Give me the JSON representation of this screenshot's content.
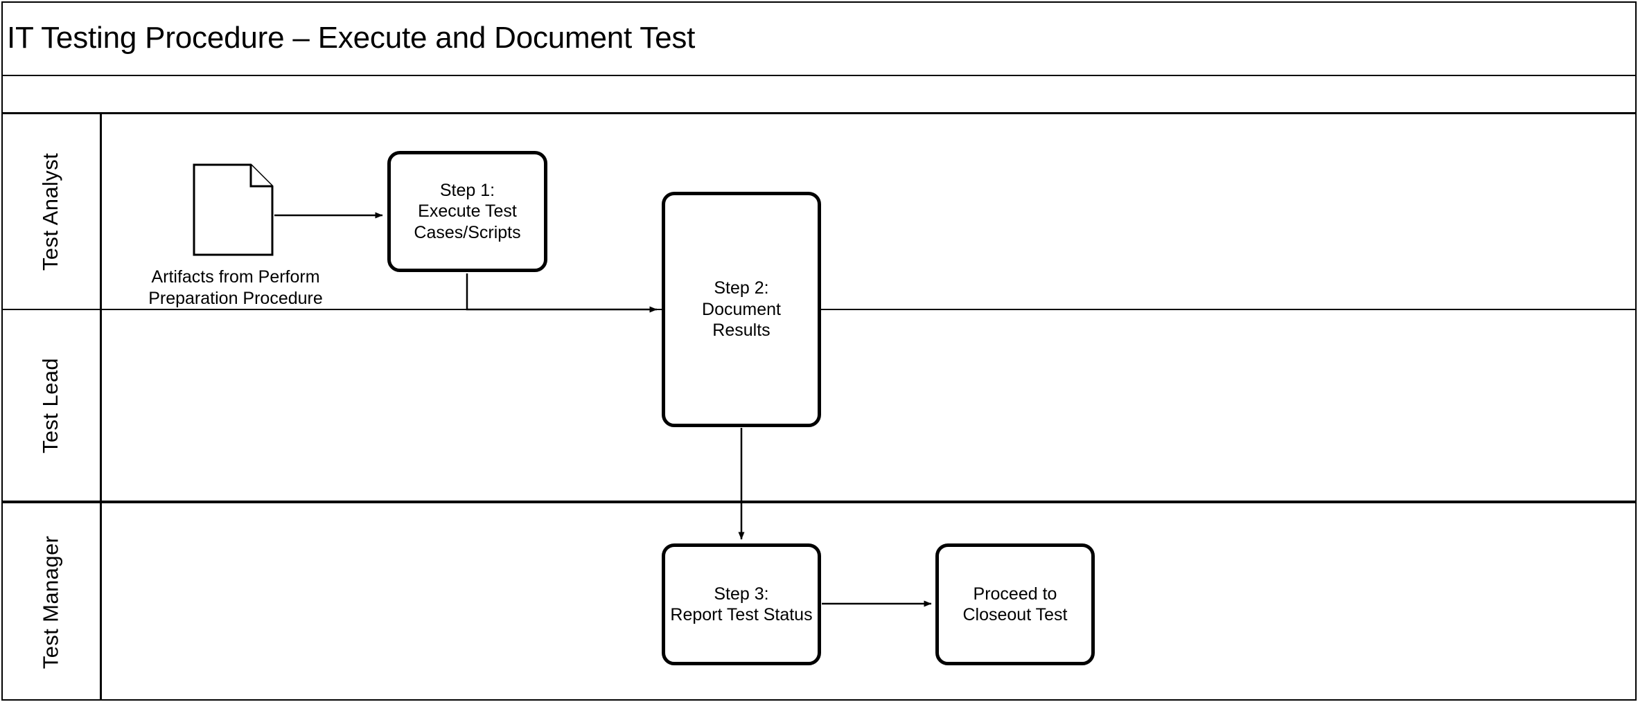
{
  "page_title": "IT Testing Procedure – Execute and Document Test",
  "colors": {
    "stroke": "#000000",
    "background": "#ffffff"
  },
  "lanes": [
    {
      "label": "Test Analyst"
    },
    {
      "label": "Test Lead"
    },
    {
      "label": "Test Manager"
    }
  ],
  "artifact": {
    "icon": "document-icon",
    "caption": "Artifacts from Perform\nPreparation Procedure"
  },
  "nodes": [
    {
      "id": "step1",
      "label": "Step 1:\nExecute Test\nCases/Scripts",
      "lane": "Test Analyst"
    },
    {
      "id": "step2",
      "label": "Step 2:\nDocument\nResults",
      "lane": "Test Analyst / Test Lead"
    },
    {
      "id": "step3",
      "label": "Step 3:\nReport Test Status",
      "lane": "Test Manager"
    },
    {
      "id": "closeout",
      "label": "Proceed to\nCloseout Test",
      "lane": "Test Manager"
    }
  ],
  "connectors": [
    {
      "from": "artifact",
      "to": "step1",
      "label": ""
    },
    {
      "from": "step1",
      "to": "step2",
      "label": ""
    },
    {
      "from": "step2",
      "to": "step3",
      "label": ""
    },
    {
      "from": "step3",
      "to": "closeout",
      "label": ""
    }
  ]
}
